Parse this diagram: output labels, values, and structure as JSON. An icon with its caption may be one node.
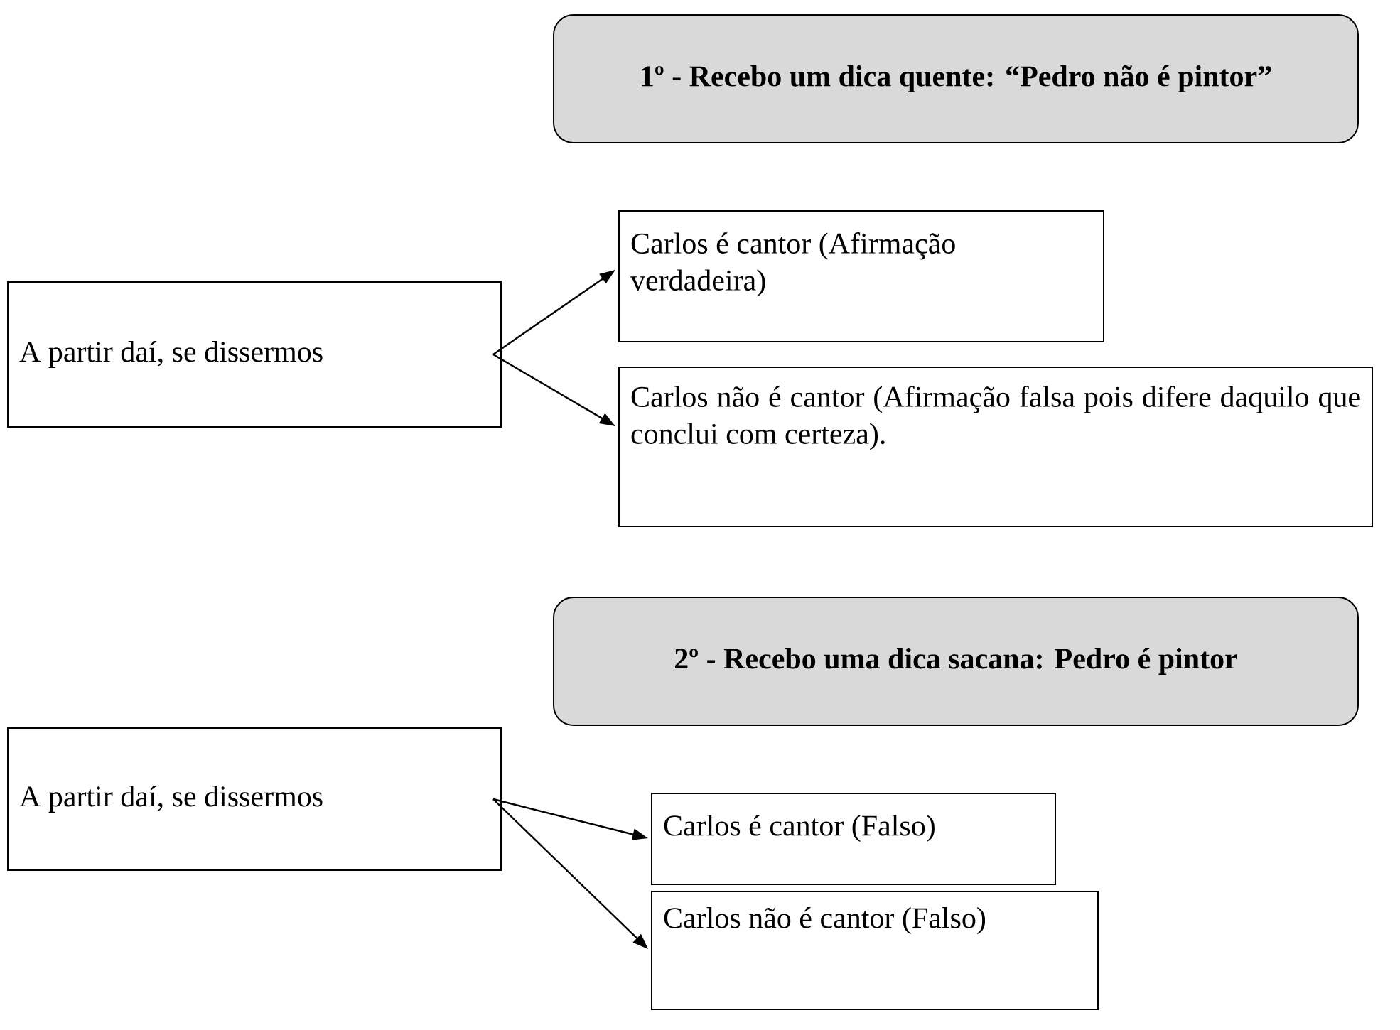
{
  "diagram": {
    "nodes": [
      {
        "text": [
          "1º - Recebo um dica quente: “Pedro não é pintor”"
        ]
      },
      {
        "text": [
          "A partir daí, se dissermos"
        ]
      },
      {
        "text": [
          "Carlos é cantor (Afirmação verdadeira)"
        ]
      },
      {
        "text": [
          "Carlos não é cantor (Afirmação falsa pois difere daquilo que conclui com certeza)."
        ]
      },
      {
        "text": [
          "2º - Recebo uma dica sacana: Pedro é pintor"
        ]
      },
      {
        "text": [
          "A partir daí, se dissermos"
        ]
      },
      {
        "text": [
          "Carlos é cantor (Falso)"
        ]
      },
      {
        "text": [
          "Carlos não é cantor (Falso)"
        ]
      }
    ],
    "edges": [
      {
        "from": 1,
        "to": 2,
        "arrow": "to"
      },
      {
        "from": 1,
        "to": 3,
        "arrow": "to"
      },
      {
        "from": 5,
        "to": 6,
        "arrow": "to"
      },
      {
        "from": 5,
        "to": 7,
        "arrow": "to"
      }
    ]
  }
}
